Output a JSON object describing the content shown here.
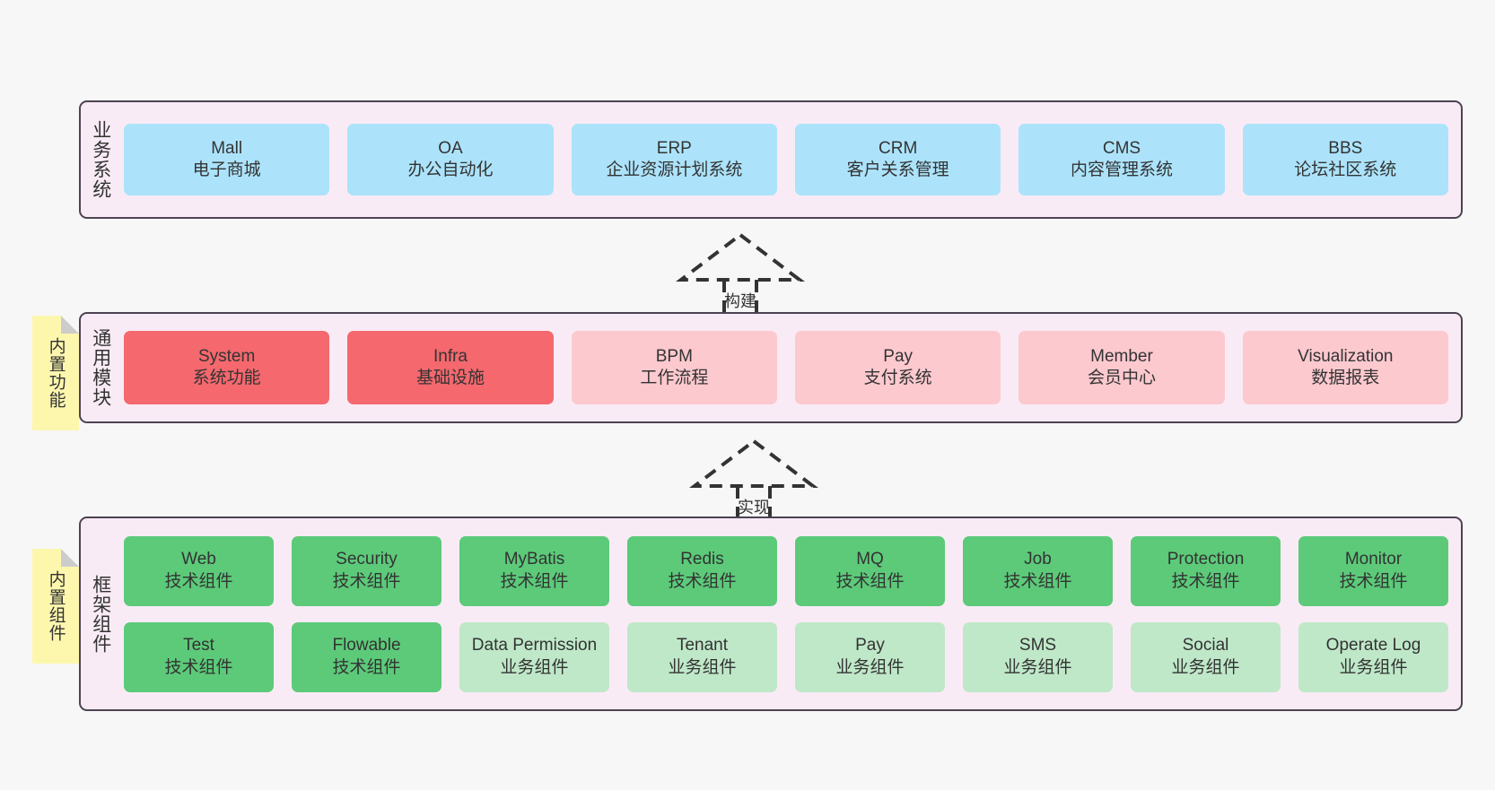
{
  "diagram": {
    "title": "ruoyi-vue-pro architecture layers",
    "background": "#f7f7f7",
    "layer_border": "#4d4353",
    "layer_fill": "#f9ebf5"
  },
  "layers": [
    {
      "id": "business",
      "label": "业务系统",
      "rows": [
        {
          "nodes": [
            {
              "name": "Mall",
              "sub": "电子商城",
              "color": "#ace3fb",
              "style": "blue"
            },
            {
              "name": "OA",
              "sub": "办公自动化",
              "color": "#ace3fb",
              "style": "blue"
            },
            {
              "name": "ERP",
              "sub": "企业资源计划系统",
              "color": "#ace3fb",
              "style": "blue"
            },
            {
              "name": "CRM",
              "sub": "客户关系管理",
              "color": "#ace3fb",
              "style": "blue"
            },
            {
              "name": "CMS",
              "sub": "内容管理系统",
              "color": "#ace3fb",
              "style": "blue"
            },
            {
              "name": "BBS",
              "sub": "论坛社区系统",
              "color": "#ace3fb",
              "style": "blue"
            }
          ]
        }
      ]
    },
    {
      "id": "common-module",
      "label": "通用模块",
      "note": "内置功能",
      "rows": [
        {
          "nodes": [
            {
              "name": "System",
              "sub": "系统功能",
              "color": "#f4686e",
              "style": "red"
            },
            {
              "name": "Infra",
              "sub": "基础设施",
              "color": "#f4686e",
              "style": "red"
            },
            {
              "name": "BPM",
              "sub": "工作流程",
              "color": "#fcc9cf",
              "style": "pink"
            },
            {
              "name": "Pay",
              "sub": "支付系统",
              "color": "#fcc9cf",
              "style": "pink"
            },
            {
              "name": "Member",
              "sub": "会员中心",
              "color": "#fcc9cf",
              "style": "pink"
            },
            {
              "name": "Visualization",
              "sub": "数据报表",
              "color": "#fcc9cf",
              "style": "pink"
            }
          ]
        }
      ]
    },
    {
      "id": "framework",
      "label": "框架组件",
      "note": "内置组件",
      "rows": [
        {
          "nodes": [
            {
              "name": "Web",
              "sub": "技术组件",
              "color": "#5cca79",
              "style": "green"
            },
            {
              "name": "Security",
              "sub": "技术组件",
              "color": "#5cca79",
              "style": "green"
            },
            {
              "name": "MyBatis",
              "sub": "技术组件",
              "color": "#5cca79",
              "style": "green"
            },
            {
              "name": "Redis",
              "sub": "技术组件",
              "color": "#5cca79",
              "style": "green"
            },
            {
              "name": "MQ",
              "sub": "技术组件",
              "color": "#5cca79",
              "style": "green"
            },
            {
              "name": "Job",
              "sub": "技术组件",
              "color": "#5cca79",
              "style": "green"
            },
            {
              "name": "Protection",
              "sub": "技术组件",
              "color": "#5cca79",
              "style": "green"
            },
            {
              "name": "Monitor",
              "sub": "技术组件",
              "color": "#5cca79",
              "style": "green"
            }
          ]
        },
        {
          "nodes": [
            {
              "name": "Test",
              "sub": "技术组件",
              "color": "#5cca79",
              "style": "green"
            },
            {
              "name": "Flowable",
              "sub": "技术组件",
              "color": "#5cca79",
              "style": "green"
            },
            {
              "name": "Data Permission",
              "sub": "业务组件",
              "color": "#bfe8c8",
              "style": "lightgreen"
            },
            {
              "name": "Tenant",
              "sub": "业务组件",
              "color": "#bfe8c8",
              "style": "lightgreen"
            },
            {
              "name": "Pay",
              "sub": "业务组件",
              "color": "#bfe8c8",
              "style": "lightgreen"
            },
            {
              "name": "SMS",
              "sub": "业务组件",
              "color": "#bfe8c8",
              "style": "lightgreen"
            },
            {
              "name": "Social",
              "sub": "业务组件",
              "color": "#bfe8c8",
              "style": "lightgreen"
            },
            {
              "name": "Operate Log",
              "sub": "业务组件",
              "color": "#bfe8c8",
              "style": "lightgreen"
            }
          ]
        }
      ]
    }
  ],
  "connectors": [
    {
      "id": "build",
      "label": "构建",
      "from": "common-module",
      "to": "business",
      "style": "dashed-generalization"
    },
    {
      "id": "implement",
      "label": "实现",
      "from": "framework",
      "to": "common-module",
      "style": "dashed-generalization"
    }
  ]
}
